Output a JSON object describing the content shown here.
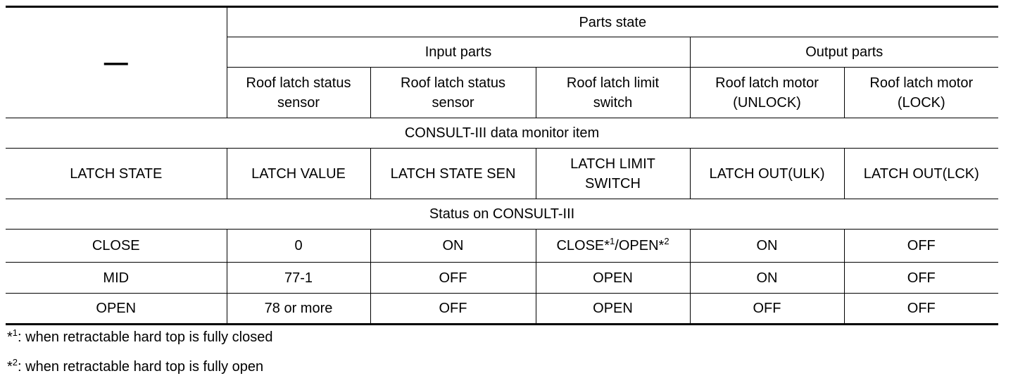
{
  "table": {
    "corner": "—",
    "parts_state": "Parts state",
    "input_parts": "Input parts",
    "output_parts": "Output parts",
    "part_names": [
      [
        "Roof latch status",
        "sensor"
      ],
      [
        "Roof latch status",
        "sensor"
      ],
      [
        "Roof latch limit",
        "switch"
      ],
      [
        "Roof latch motor",
        "(UNLOCK)"
      ],
      [
        "Roof latch motor",
        "(LOCK)"
      ]
    ],
    "consult_item_header": "CONSULT-III data monitor item",
    "monitor_items": [
      "LATCH STATE",
      "LATCH VALUE",
      "LATCH STATE SEN",
      "LATCH LIMIT SWITCH",
      "LATCH OUT(ULK)",
      "LATCH OUT(LCK)"
    ],
    "status_header": "Status on CONSULT-III",
    "rows": [
      {
        "state": "CLOSE",
        "value": "0",
        "sensor": "ON",
        "limit": {
          "a": "CLOSE*",
          "a_sup": "1",
          "sep": "/",
          "b": "OPEN*",
          "b_sup": "2"
        },
        "ulk": "ON",
        "lck": "OFF"
      },
      {
        "state": "MID",
        "value": "77-1",
        "sensor": "OFF",
        "limit": {
          "text": "OPEN"
        },
        "ulk": "ON",
        "lck": "OFF"
      },
      {
        "state": "OPEN",
        "value": "78 or more",
        "sensor": "OFF",
        "limit": {
          "text": "OPEN"
        },
        "ulk": "OFF",
        "lck": "OFF"
      }
    ]
  },
  "notes": [
    {
      "mark": "*",
      "sup": "1",
      "text": ": when retractable hard top is fully closed"
    },
    {
      "mark": "*",
      "sup": "2",
      "text": ": when retractable hard top is fully open"
    }
  ]
}
